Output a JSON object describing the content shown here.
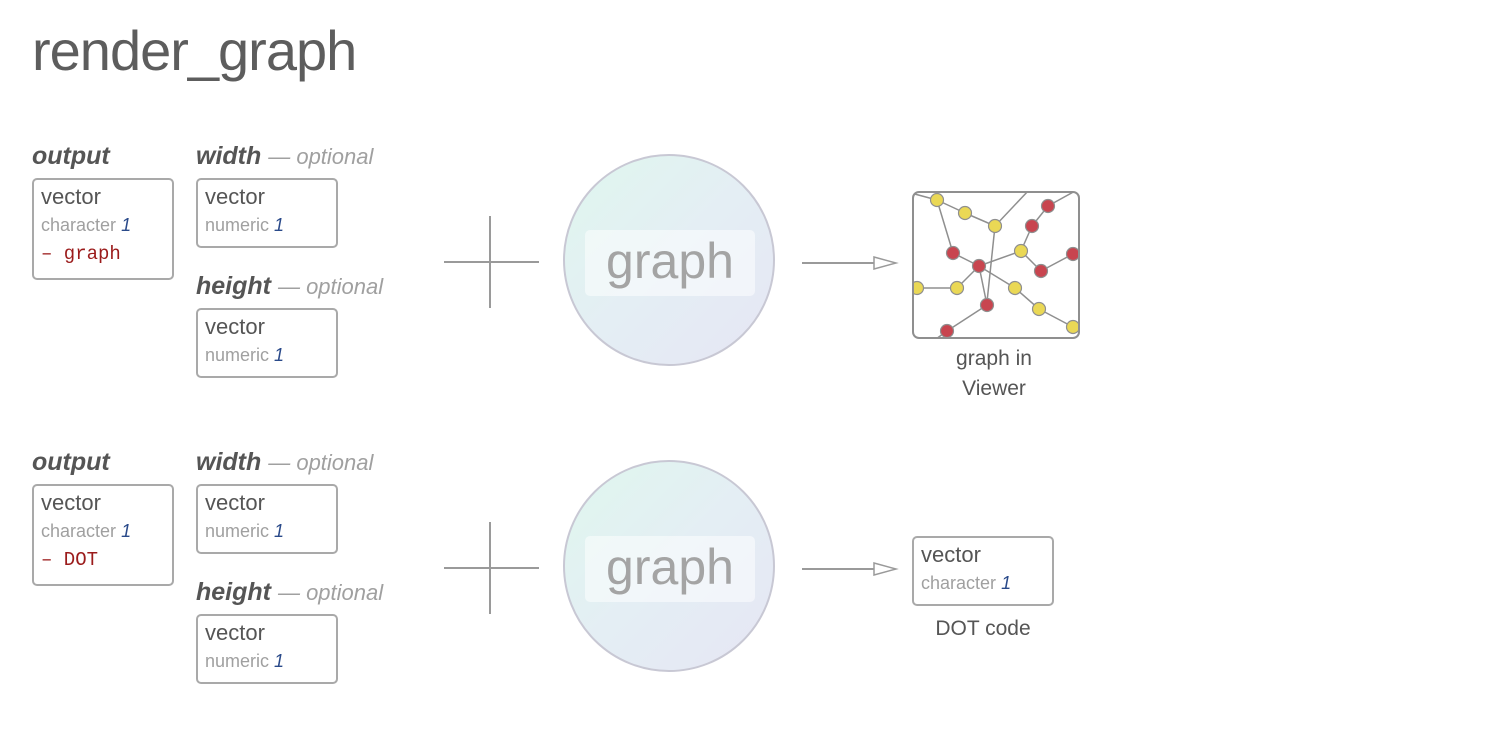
{
  "title": "render_graph",
  "rows": [
    {
      "output": {
        "label": "output",
        "type": "vector",
        "subtype": "character",
        "count": "1",
        "value": "– graph"
      },
      "width": {
        "label": "width",
        "optional": "— optional",
        "type": "vector",
        "subtype": "numeric",
        "count": "1"
      },
      "height": {
        "label": "height",
        "optional": "— optional",
        "type": "vector",
        "subtype": "numeric",
        "count": "1"
      },
      "function": "graph",
      "result": {
        "caption_line1": "graph in",
        "caption_line2": "Viewer"
      }
    },
    {
      "output": {
        "label": "output",
        "type": "vector",
        "subtype": "character",
        "count": "1",
        "value": "– DOT"
      },
      "width": {
        "label": "width",
        "optional": "— optional",
        "type": "vector",
        "subtype": "numeric",
        "count": "1"
      },
      "height": {
        "label": "height",
        "optional": "— optional",
        "type": "vector",
        "subtype": "numeric",
        "count": "1"
      },
      "function": "graph",
      "result": {
        "type": "vector",
        "subtype": "character",
        "count": "1",
        "caption": "DOT code"
      }
    }
  ],
  "colors": {
    "node_red": "#c8454f",
    "node_yellow": "#ead855",
    "edge": "#8f8f8f"
  }
}
